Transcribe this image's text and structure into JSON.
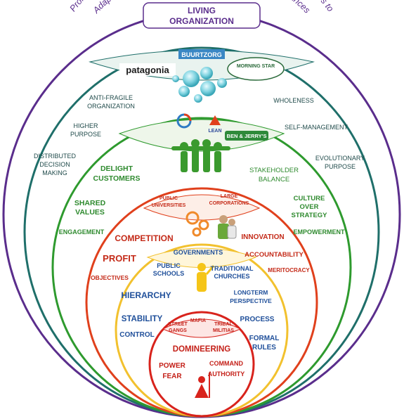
{
  "title": {
    "line1": "LIVING",
    "line2": "ORGANIZATION"
  },
  "arc_text": {
    "line1": "Professional Workers with the Knowledge, Capabilities, and Relationships to",
    "line2": "Adapt Efficiently, and Effectively to Changing Circumstances"
  },
  "logos": {
    "buurtzorg": "BUURTZORG",
    "patagonia": "patagonia",
    "morning_star": "MORNING STAR",
    "ben_jerrys": "BEN & JERRY'S",
    "leans": "LEAN"
  },
  "teal": {
    "anti_fragile_1": "ANTI-FRAGILE",
    "anti_fragile_2": "ORGANIZATION",
    "wholeness": "WHOLENESS",
    "higher_purpose_1": "HIGHER",
    "higher_purpose_2": "PURPOSE",
    "self_management": "SELF-MANAGEMENT",
    "distributed_1": "DISTRIBUTED",
    "distributed_2": "DECISION",
    "distributed_3": "MAKING",
    "evolutionary_1": "EVOLUTIONARY",
    "evolutionary_2": "PURPOSE"
  },
  "green": {
    "delight_1": "DELIGHT",
    "delight_2": "CUSTOMERS",
    "stakeholder_1": "STAKEHOLDER",
    "stakeholder_2": "BALANCE",
    "shared_1": "SHARED",
    "shared_2": "VALUES",
    "culture_1": "CULTURE",
    "culture_2": "OVER",
    "culture_3": "STRATEGY",
    "engagement": "ENGAGEMENT",
    "empowerment": "EMPOWERMENT"
  },
  "orange": {
    "public_univ_1": "PUBLIC",
    "public_univ_2": "UNIVERSITIES",
    "large_corp_1": "LARGE",
    "large_corp_2": "CORPORATIONS",
    "competition": "COMPETITION",
    "innovation": "INNOVATION",
    "profit": "PROFIT",
    "accountability": "ACCOUNTABILITY",
    "objectives": "OBJECTIVES",
    "meritocracy": "MERITOCRACY"
  },
  "amber": {
    "governments": "GOVERNMENTS",
    "public_schools_1": "PUBLIC",
    "public_schools_2": "SCHOOLS",
    "trad_churches_1": "TRADITIONAL",
    "trad_churches_2": "CHURCHES",
    "hierarchy": "HIERARCHY",
    "longterm_1": "LONGTERM",
    "longterm_2": "PERSPECTIVE",
    "stability": "STABILITY",
    "process": "PROCESS",
    "control": "CONTROL",
    "formal_1": "FORMAL",
    "formal_2": "RULES"
  },
  "red": {
    "mafia": "MAFIA",
    "street_gangs_1": "STREET",
    "street_gangs_2": "GANGS",
    "tribal_1": "TRIBAL",
    "tribal_2": "MILITIAS",
    "domineering": "DOMINEERING",
    "power": "POWER",
    "command": "COMMAND",
    "fear": "FEAR",
    "authority": "AUTHORITY"
  },
  "colors": {
    "purple": "#5a2d8c",
    "teal": "#1f6f6a",
    "green": "#2e9a2e",
    "orange_red": "#e0401c",
    "amber": "#f2c12e",
    "red": "#d8231c",
    "blue": "#1f4f9a"
  }
}
